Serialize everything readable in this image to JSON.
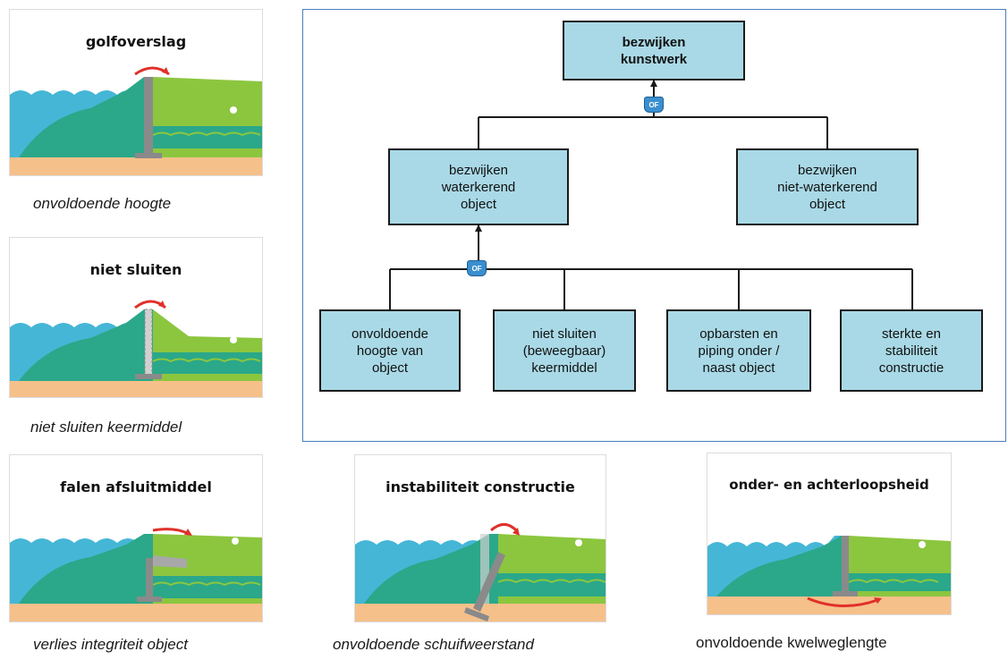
{
  "panels": {
    "golfoverslag": {
      "title": "golfoverslag",
      "caption": "onvoldoende hoogte"
    },
    "niet_sluiten": {
      "title": "niet sluiten",
      "caption": "niet sluiten keermiddel"
    },
    "falen": {
      "title": "falen afsluitmiddel",
      "caption": "verlies integriteit object"
    },
    "instabiliteit": {
      "title": "instabiliteit constructie",
      "caption": "onvoldoende schuifweerstand"
    },
    "onderloopsheid": {
      "title": "onder- en achterloopsheid",
      "caption": "onvoldoende kwelweglengte"
    }
  },
  "tree": {
    "top": "bezwijken\nkunstwerk",
    "gate_label": "OF",
    "mid_left": "bezwijken\nwaterkerend\nobject",
    "mid_right": "bezwijken\nniet-waterkerend\nobject",
    "leaves": [
      "onvoldoende\nhoogte van\nobject",
      "niet sluiten\n(beweegbaar)\nkeermiddel",
      "opbarsten en\npiping onder /\nnaast object",
      "sterkte en\nstabiliteit\nconstructie"
    ]
  },
  "colors": {
    "water": "#45b6d6",
    "dike": "#2aa889",
    "land": "#8cc63f",
    "sand": "#f5c08a",
    "arrow": "#e0302a",
    "node_fill": "#a9d9e6",
    "frame": "#4a7ebb"
  }
}
